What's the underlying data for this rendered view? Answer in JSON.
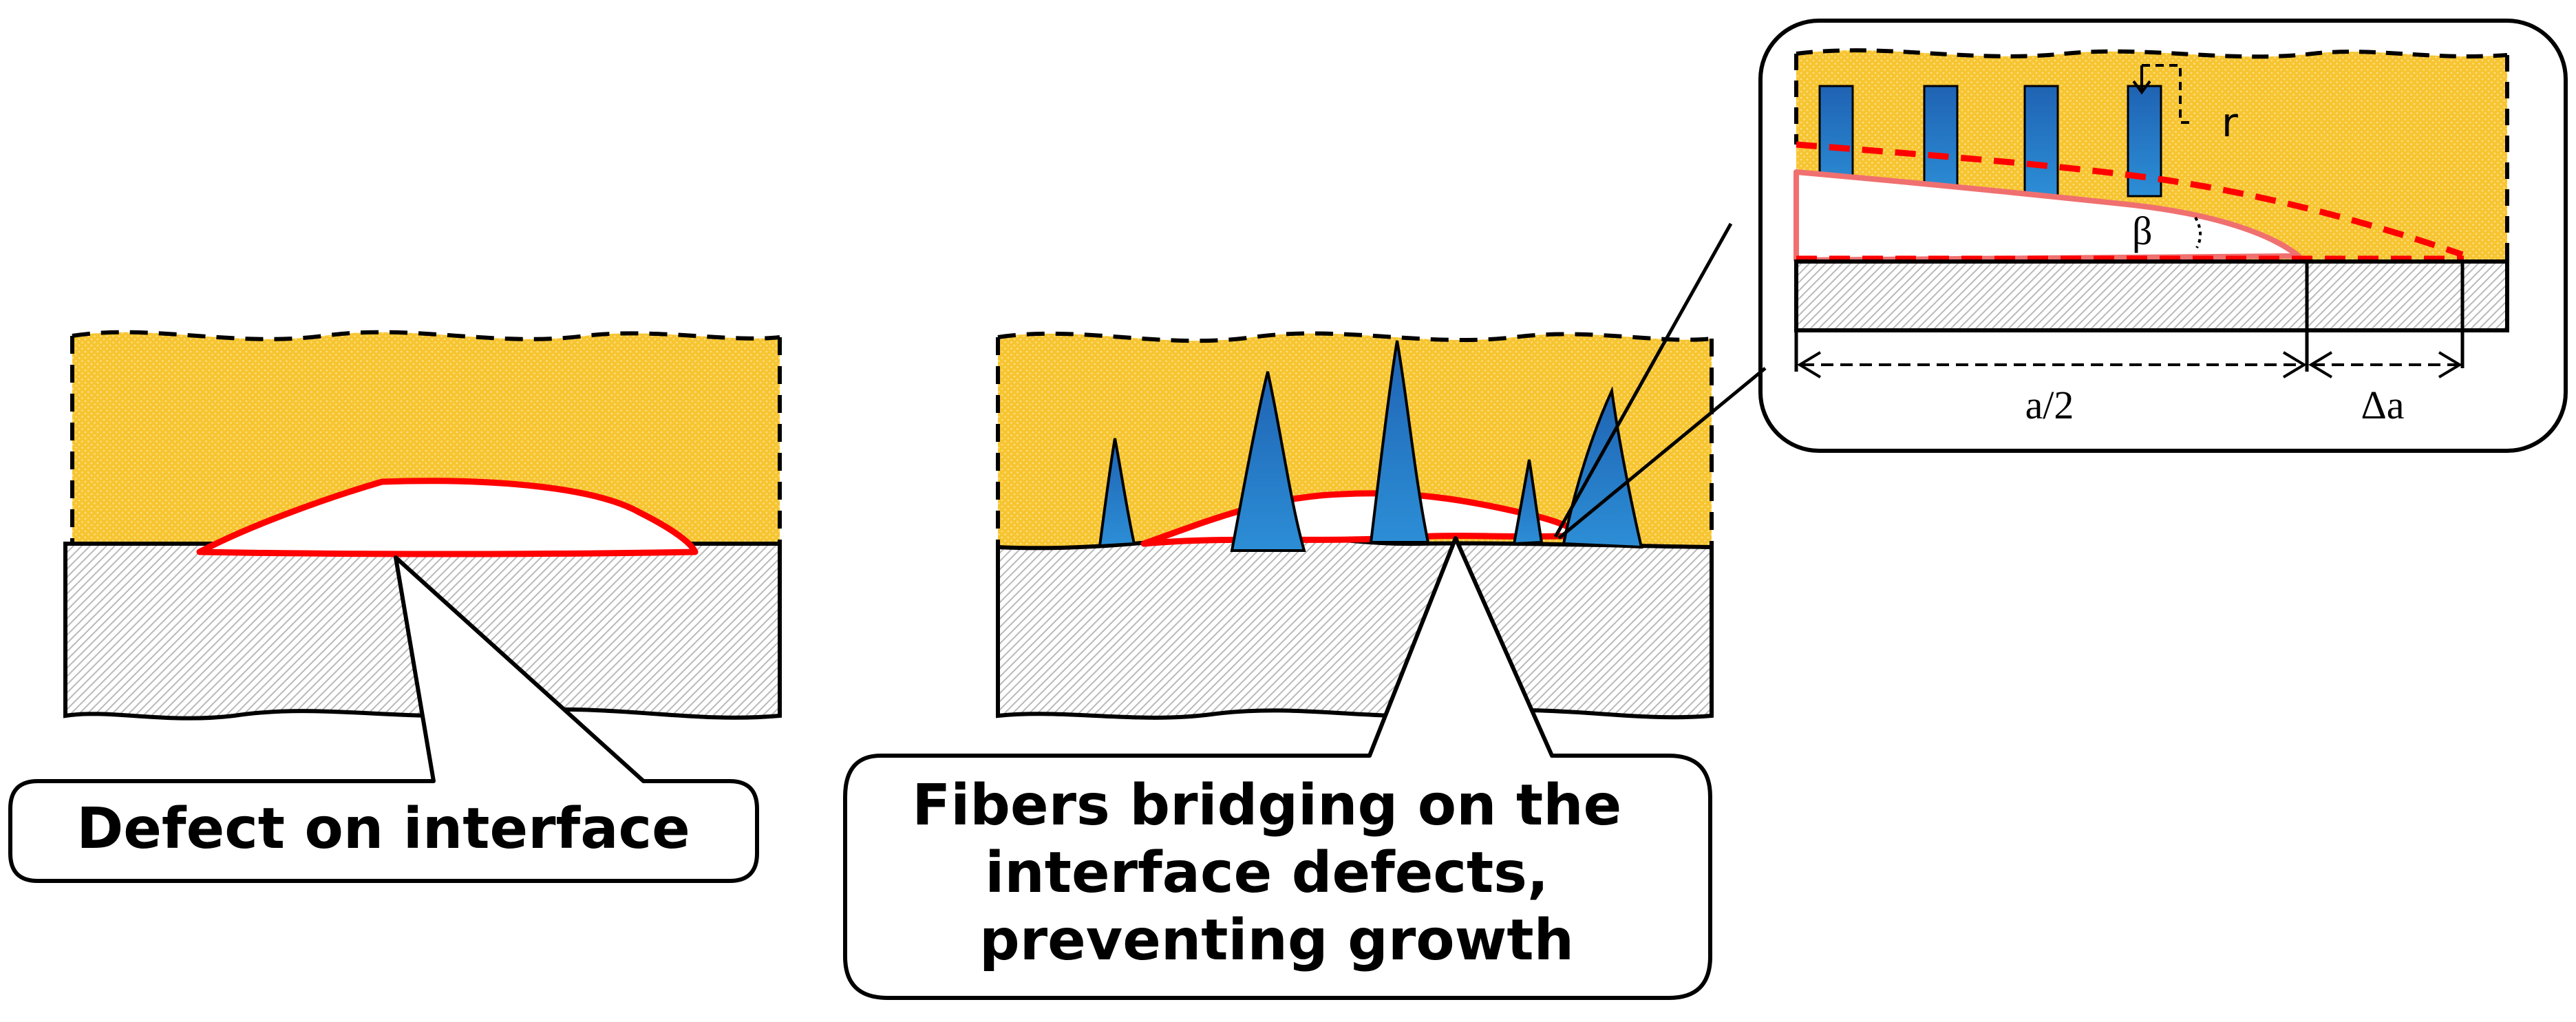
{
  "callouts": {
    "defect_label": "Defect on interface",
    "bridging_label_lines": [
      "Fibers bridging on the",
      "interface defects,",
      "preventing growth"
    ]
  },
  "inset": {
    "r_label": "r",
    "beta_label": "β",
    "half_crack_label": "a/2",
    "crack_growth_label": "Δa"
  },
  "colors": {
    "resin_fill": "#F7C531",
    "resin_dots": "#FBE08A",
    "substrate_hatch": "#B9B9B9",
    "crack_outline": "#FF0000",
    "fiber_blue": "#1F63B3",
    "outline": "#000000"
  }
}
